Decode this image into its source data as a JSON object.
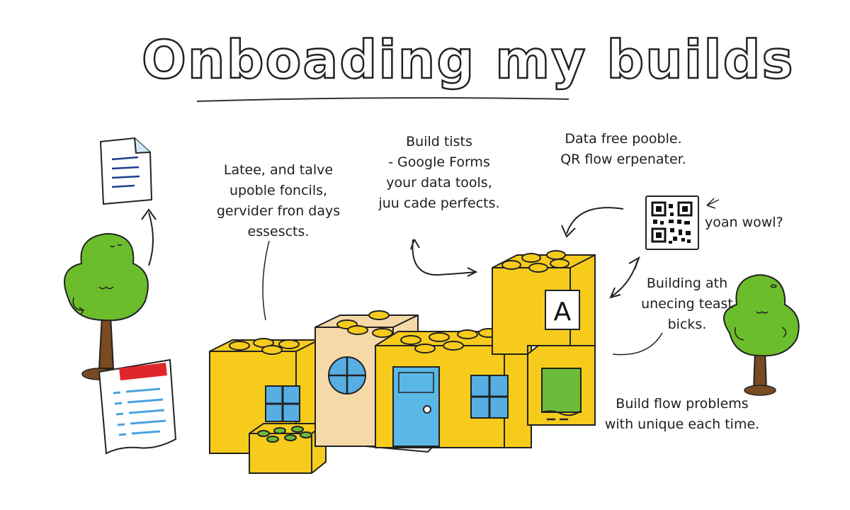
{
  "title": "Onboading my builds",
  "notes": {
    "left": [
      "Latee, and talve",
      "upoble foncils,",
      "gervider fron days",
      "essescts."
    ],
    "center": [
      "Build tists",
      "- Google Forms",
      "your data tools,",
      "juu cade perfects."
    ],
    "top_right": [
      "Data free pooble.",
      "QR flow erpenater."
    ],
    "qr_label": "yoan wowl?",
    "mid_right": [
      "Building ath",
      "unecing teast",
      "bicks."
    ],
    "bottom_right": [
      "Build flow problems",
      "with unique each time."
    ]
  },
  "block_letter": "A",
  "icons": [
    "document-icon",
    "checklist-icon",
    "qr-code-icon",
    "tree-icon",
    "building-blocks-illustration"
  ],
  "colors": {
    "block_yellow": "#f6cb1c",
    "block_beige": "#f6d9a9",
    "door_blue": "#5ab7e6",
    "window_blue": "#56aee2",
    "tree_green": "#6cbd2c",
    "trunk_brown": "#7a4a22",
    "list_red": "#e0262b",
    "list_blue": "#4aa3e0",
    "stud_green": "#6dbb3a"
  }
}
